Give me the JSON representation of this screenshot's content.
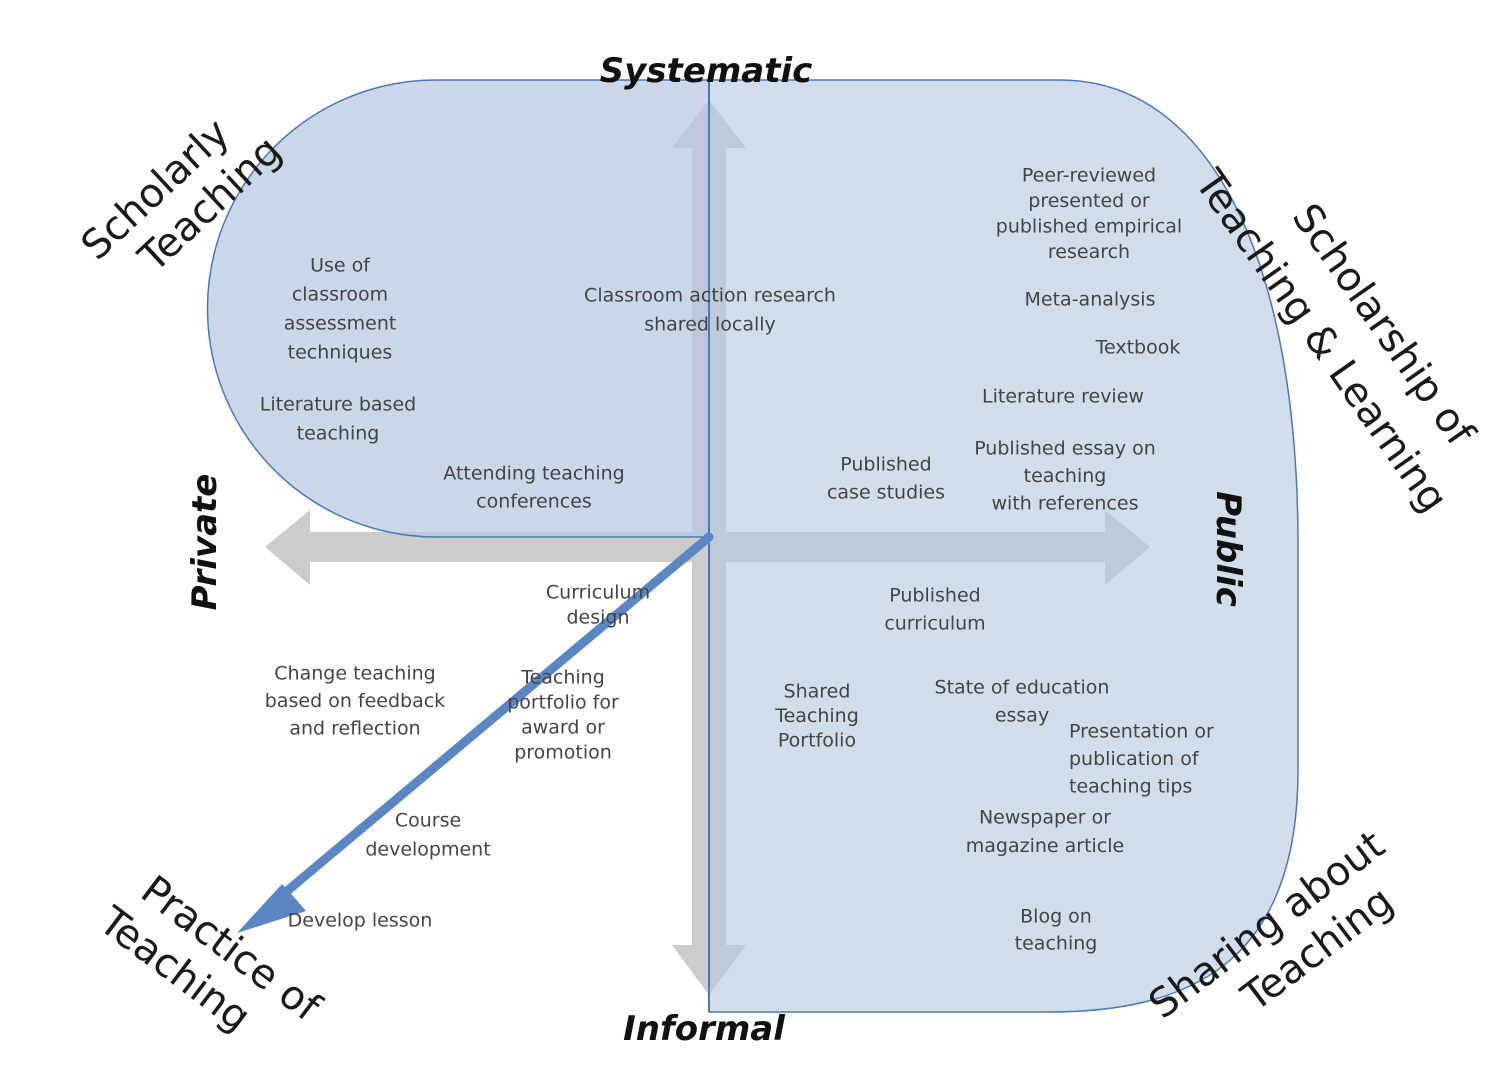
{
  "axes": {
    "top": "Systematic",
    "bottom": "Informal",
    "left": "Private",
    "right": "Public"
  },
  "corners": {
    "top_left": [
      "Scholarly",
      "Teaching"
    ],
    "top_right": [
      "Scholarship of",
      "Teaching & Learning"
    ],
    "bottom_left": [
      "Practice of",
      "Teaching"
    ],
    "bottom_right": [
      "Sharing about",
      "Teaching"
    ]
  },
  "items": {
    "classroom_assessment": [
      "Use of",
      "classroom",
      "assessment",
      "techniques"
    ],
    "literature_based": [
      "Literature based",
      "teaching"
    ],
    "attending_conferences": [
      "Attending teaching",
      "conferences"
    ],
    "action_research": [
      "Classroom action research",
      "shared locally"
    ],
    "peer_reviewed": [
      "Peer-reviewed",
      "presented or",
      "published empirical",
      "research"
    ],
    "meta_analysis": [
      "Meta-analysis"
    ],
    "textbook": [
      "Textbook"
    ],
    "literature_review": [
      "Literature review"
    ],
    "published_essay": [
      "Published essay on",
      "teaching",
      "with references"
    ],
    "case_studies": [
      "Published",
      "case studies"
    ],
    "published_curriculum": [
      "Published",
      "curriculum"
    ],
    "curriculum_design": [
      "Curriculum",
      "design"
    ],
    "change_teaching": [
      "Change teaching",
      "based on feedback",
      "and reflection"
    ],
    "teaching_portfolio": [
      "Teaching",
      "portfolio for",
      "award or",
      "promotion"
    ],
    "shared_portfolio": [
      "Shared",
      "Teaching",
      "Portfolio"
    ],
    "state_of_education": [
      "State of education",
      "essay"
    ],
    "presentation_tips": [
      "Presentation or",
      "publication of",
      "teaching tips"
    ],
    "course_development": [
      "Course",
      "development"
    ],
    "newspaper_article": [
      "Newspaper or",
      "magazine article"
    ],
    "develop_lesson": [
      "Develop lesson"
    ],
    "blog": [
      "Blog on",
      "teaching"
    ]
  },
  "colors": {
    "region_fill": "#c5d3e8",
    "region_stroke": "#4a78b5",
    "axis_arrow": "#c9c9c9",
    "diagonal_arrow": "#5a86c4"
  }
}
